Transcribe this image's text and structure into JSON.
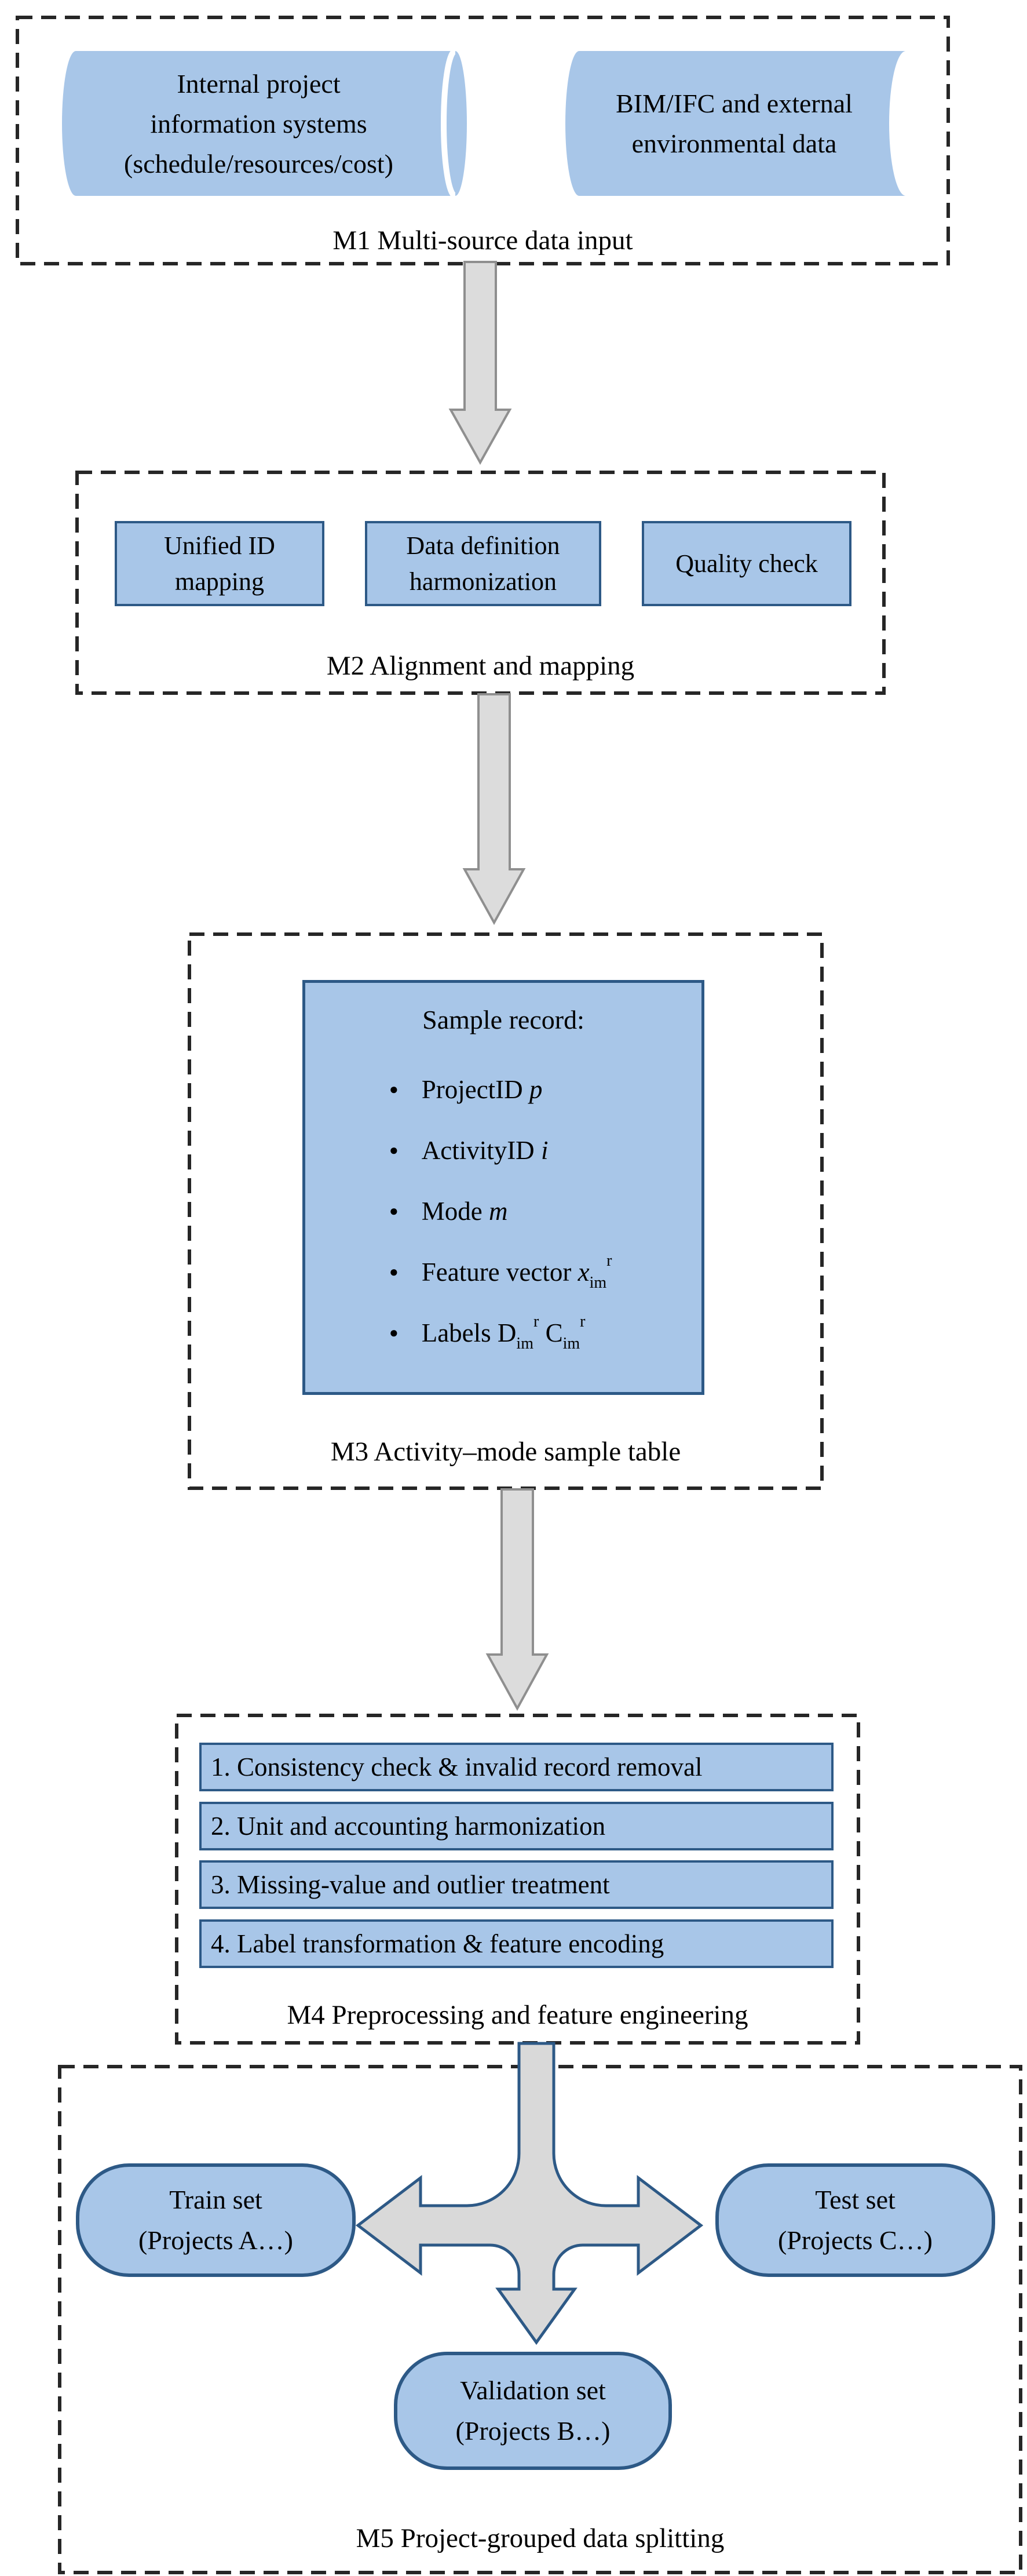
{
  "colors": {
    "box-fill": "#a8c6e8",
    "box-border": "#2d5986",
    "arrow-fill": "#dcdcdc",
    "arrow-border": "#8f8f8f",
    "fork-fill": "#d9d9d9",
    "fork-border": "#2d5986",
    "dash-border": "#262626",
    "text": "#000000"
  },
  "bullet_glyph": "●",
  "m1": {
    "label": "M1 Multi-source data input",
    "cylinder_left": "Internal project\ninformation systems\n(schedule/resources/cost)",
    "cylinder_right": "BIM/IFC and external\nenvironmental data"
  },
  "m2": {
    "label": "M2 Alignment and mapping",
    "boxes": [
      "Unified ID\nmapping",
      "Data definition\nharmonization",
      "Quality check"
    ]
  },
  "m3": {
    "label": "M3 Activity–mode sample table",
    "title": "Sample record:",
    "bullets": [
      "ProjectID <i>p</i>",
      "ActivityID <i>i</i>",
      "Mode <i>m</i>",
      "Feature vector <i>x</i><sub>im</sub><sup>r</sup>",
      "Labels D<sub>im</sub><sup>r</sup> C<sub>im</sub><sup>r</sup>"
    ]
  },
  "m4": {
    "label": "M4 Preprocessing and feature engineering",
    "steps": [
      "1. Consistency check & invalid record removal",
      "2. Unit and accounting harmonization",
      "3. Missing-value and outlier treatment",
      "4. Label transformation & feature encoding"
    ]
  },
  "m5": {
    "label": "M5 Project-grouped data splitting",
    "train": "Train set\n(Projects A…)",
    "test": "Test set\n(Projects C…)",
    "validation": "Validation set\n(Projects B…)"
  }
}
